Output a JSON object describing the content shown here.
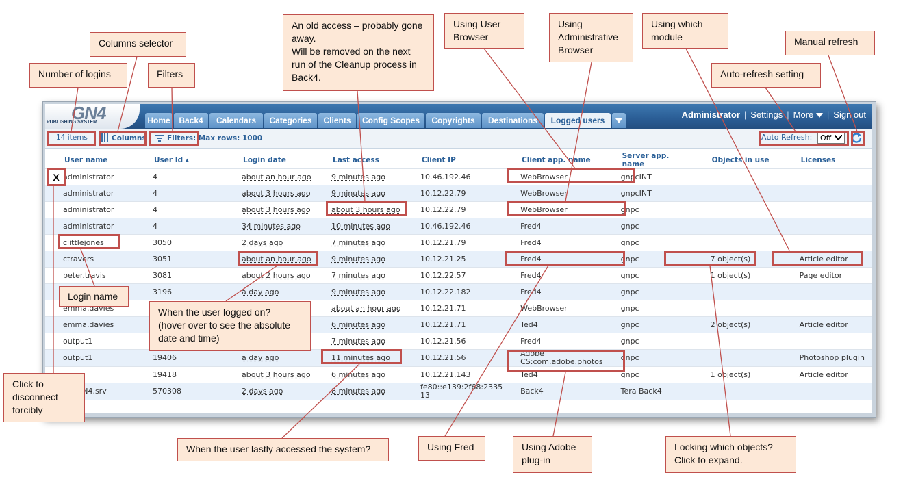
{
  "header": {
    "logo_text": "GN4",
    "logo_subtitle": "PUBLISHING SYSTEM",
    "tabs": [
      "Home",
      "Back4",
      "Calendars",
      "Categories",
      "Clients",
      "Config Scopes",
      "Copyrights",
      "Destinations",
      "Logged users"
    ],
    "active_tab": "Logged users",
    "user": "Administrator",
    "settings": "Settings",
    "more": "More",
    "signout": "Sign out"
  },
  "toolbar": {
    "items": "14 items",
    "columns": "Columns",
    "filters_label": "Filters:",
    "max_rows": "Max rows: 1000",
    "auto_refresh": "Auto Refresh:",
    "auto_refresh_value": "Off"
  },
  "grid": {
    "columns": [
      "User name",
      "User Id ▴",
      "Login date",
      "Last access",
      "Client IP",
      "Client app. name",
      "Server app. name",
      "Objects in use",
      "Licenses"
    ],
    "rows": [
      [
        "administrator",
        "4",
        "about an hour ago",
        "9 minutes ago",
        "10.46.192.46",
        "WebBrowser",
        "gnpcINT",
        "",
        ""
      ],
      [
        "administrator",
        "4",
        "about 3 hours ago",
        "9 minutes ago",
        "10.12.22.79",
        "WebBrowser",
        "gnpcINT",
        "",
        ""
      ],
      [
        "administrator",
        "4",
        "about 3 hours ago",
        "about 3 hours ago",
        "10.12.22.79",
        "WebBrowser",
        "gnpc",
        "",
        ""
      ],
      [
        "administrator",
        "4",
        "34 minutes ago",
        "10 minutes ago",
        "10.46.192.46",
        "Fred4",
        "gnpc",
        "",
        ""
      ],
      [
        "clittlejones",
        "3050",
        "2 days ago",
        "7 minutes ago",
        "10.12.21.79",
        "Fred4",
        "gnpc",
        "",
        ""
      ],
      [
        "ctravers",
        "3051",
        "about an hour ago",
        "9 minutes ago",
        "10.12.21.25",
        "Fred4",
        "gnpc",
        "7 object(s)",
        "Article editor"
      ],
      [
        "peter.travis",
        "3081",
        "about 2 hours ago",
        "7 minutes ago",
        "10.12.22.57",
        "Fred4",
        "gnpc",
        "1 object(s)",
        "Page editor"
      ],
      [
        "",
        "3196",
        "a day ago",
        "9 minutes ago",
        "10.12.22.182",
        "Fred4",
        "gnpc",
        "",
        ""
      ],
      [
        "emma.davies",
        "",
        "",
        "about an hour ago",
        "10.12.21.71",
        "WebBrowser",
        "gnpc",
        "",
        ""
      ],
      [
        "emma.davies",
        "",
        "",
        "6 minutes ago",
        "10.12.21.71",
        "Ted4",
        "gnpc",
        "2 object(s)",
        "Article editor"
      ],
      [
        "output1",
        "",
        "",
        "7 minutes ago",
        "10.12.21.56",
        "Fred4",
        "gnpc",
        "",
        ""
      ],
      [
        "output1",
        "19406",
        "a day ago",
        "11 minutes ago",
        "10.12.21.56",
        "Adobe\nCS:com.adobe.photos",
        "gnpc",
        "",
        "Photoshop plugin"
      ],
      [
        "",
        "19418",
        "about 3 hours ago",
        "6 minutes ago",
        "10.12.21.143",
        "Ted4",
        "gnpc",
        "1 object(s)",
        "Article editor"
      ],
      [
        "AD\\GN4.srv",
        "570308",
        "2 days ago",
        "8 minutes ago",
        "fe80::e139:2f68:2335\n13",
        "Back4",
        "Tera Back4",
        "",
        ""
      ]
    ]
  },
  "disconnect_button": "X",
  "annotations": {
    "number_of_logins": "Number of logins",
    "columns_selector": "Columns selector",
    "filters": "Filters",
    "old_access": "An old access – probably gone away.\nWill be removed on the next run of the Cleanup process in Back4.",
    "using_user_browser": "Using User Browser",
    "using_admin_browser": "Using Administrative Browser",
    "using_which_module": "Using which module",
    "manual_refresh": "Manual refresh",
    "auto_refresh_setting": "Auto-refresh setting",
    "login_name": "Login name",
    "when_logged_on": "When the user logged on?\n(hover over to see the absolute date and time)",
    "click_disconnect": "Click to disconnect forcibly",
    "when_last_accessed": "When the user lastly accessed the system?",
    "using_fred": "Using Fred",
    "using_adobe": "Using Adobe plug-in",
    "locking_objects": "Locking which objects? Click to expand."
  },
  "colors": {
    "accent": "#2a5f97",
    "annotation_border": "#c0504d",
    "annotation_fill": "#fde8d7",
    "row_alt": "#e7f0fa"
  }
}
